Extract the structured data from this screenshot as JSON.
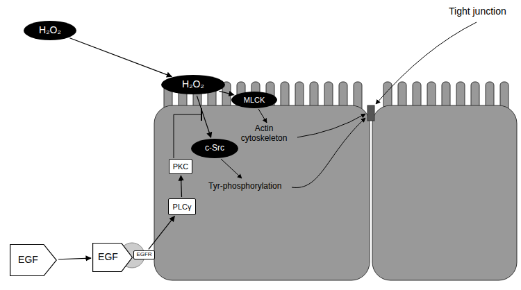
{
  "diagram": {
    "nodes": [
      {
        "text": [
          "H₂O₂"
        ]
      },
      {
        "text": [
          "H₂O₂"
        ]
      },
      {
        "text": [
          "MLCK"
        ]
      },
      {
        "text": [
          "c-Src"
        ]
      },
      {
        "text": [
          "PKC"
        ]
      },
      {
        "text": [
          "PLCγ"
        ]
      },
      {
        "text": [
          "EGF"
        ]
      },
      {
        "text": [
          "EGF"
        ]
      },
      {
        "text": [
          "EGFR"
        ]
      }
    ],
    "edges": [
      {
        "from": 0,
        "to": 1,
        "arrow": "to"
      },
      {
        "from": 1,
        "to": 2,
        "arrow": "to"
      },
      {
        "from": 1,
        "to": 3,
        "arrow": "to"
      },
      {
        "from": 5,
        "to": 4,
        "arrow": "to"
      },
      {
        "from": 8,
        "to": 5,
        "arrow": "to"
      },
      {
        "from": 6,
        "to": 7,
        "arrow": "to"
      }
    ],
    "labels": [
      "Tight junction",
      "Actin cytoskeleton",
      "Tyr-phosphorylation"
    ]
  }
}
